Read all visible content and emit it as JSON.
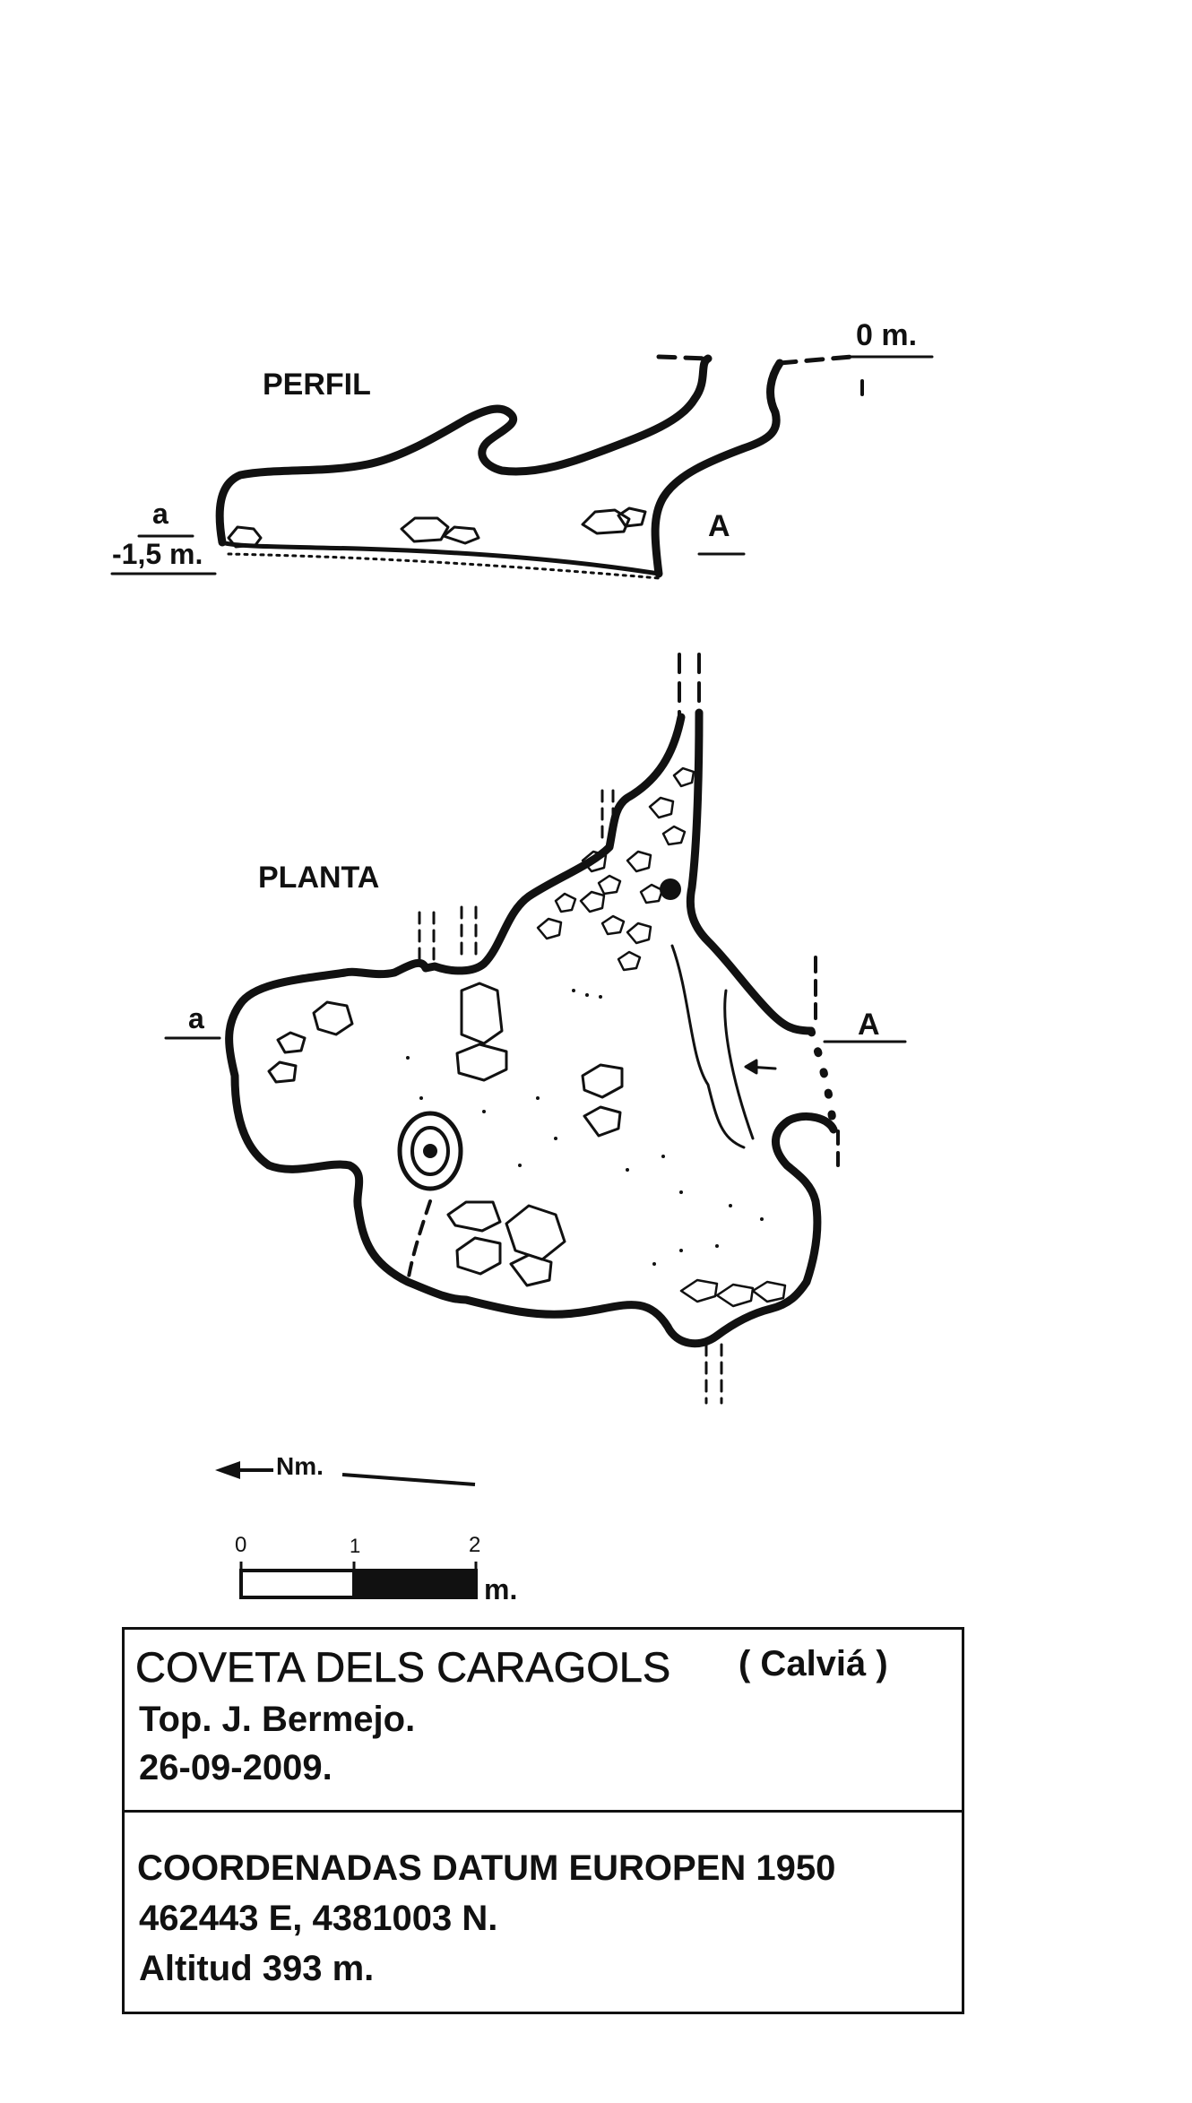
{
  "profile": {
    "title": "PERFIL",
    "depth_bottom": "-1,5 m.",
    "depth_top": "0 m.",
    "section_a": "a",
    "section_A": "A"
  },
  "plan": {
    "title": "PLANTA",
    "section_a": "a",
    "section_A": "A"
  },
  "north": {
    "label": "Nm."
  },
  "scale": {
    "ticks": [
      "0",
      "1",
      "2"
    ],
    "unit": "m."
  },
  "info": {
    "cave_name": "COVETA DELS CARAGOLS",
    "municipality": "( Calviá )",
    "author": "Top. J. Bermejo.",
    "date": "26-09-2009.",
    "coords_title": "COORDENADAS DATUM EUROPEN 1950",
    "coords": "462443 E, 4381003 N.",
    "altitude": "Altitud 393 m."
  },
  "colors": {
    "ink": "#111111",
    "paper": "#ffffff"
  }
}
